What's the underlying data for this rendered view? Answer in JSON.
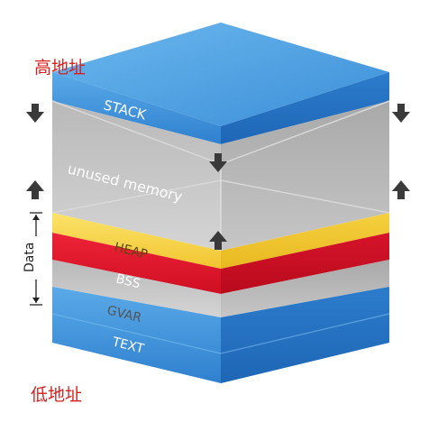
{
  "labels": {
    "high_address": "高地址",
    "low_address": "低地址",
    "data_bracket": "Data"
  },
  "segments": [
    {
      "key": "stack",
      "label": "STACK",
      "color": "#3a8fd8"
    },
    {
      "key": "unused",
      "label": "unused memory",
      "color": "#c8c8c8"
    },
    {
      "key": "heap",
      "label": "HEAP",
      "color": "#f7d447"
    },
    {
      "key": "bss",
      "label": "BSS",
      "color": "#e0162b"
    },
    {
      "key": "gvar",
      "label": "GVAR",
      "color": "#c2c2c2"
    },
    {
      "key": "text",
      "label": "TEXT",
      "color": "#3a8fd8"
    }
  ]
}
